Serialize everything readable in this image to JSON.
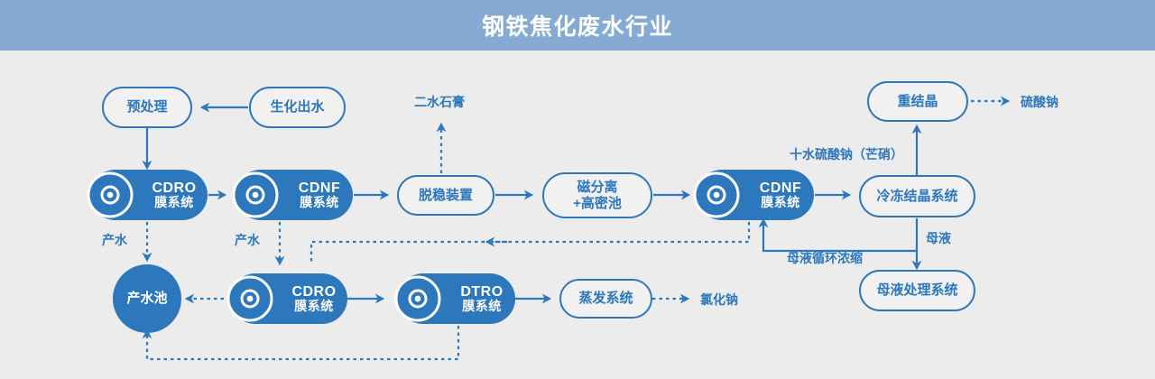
{
  "header": {
    "title": "钢铁焦化废水行业",
    "bg_color": "#85aad3",
    "text_color": "#ffffff"
  },
  "theme": {
    "accent": "#2d77bc",
    "canvas_bg": "#ececec",
    "node_fill": "#f1f1f1",
    "solid_fill": "#2d77bc"
  },
  "nodes": {
    "pretreatment": {
      "label": "预处理",
      "style": "outline"
    },
    "biochem_effluent": {
      "label": "生化出水",
      "style": "outline"
    },
    "cdro_1": {
      "en": "CDRO",
      "cn": "膜系统",
      "style": "solid",
      "icon": "membrane-icon"
    },
    "cdnf_1": {
      "en": "CDNF",
      "cn": "膜系统",
      "style": "solid",
      "icon": "membrane-icon"
    },
    "destabilizer": {
      "label": "脱稳装置",
      "style": "outline"
    },
    "magnetic_sep": {
      "line1": "磁分离",
      "line2": "+高密池",
      "style": "outline"
    },
    "cdnf_2": {
      "en": "CDNF",
      "cn": "膜系统",
      "style": "solid",
      "icon": "membrane-icon"
    },
    "freeze_cryst": {
      "label": "冷冻结晶系统",
      "style": "outline"
    },
    "recrystallize": {
      "label": "重结晶",
      "style": "outline"
    },
    "product_water_pool": {
      "label": "产水池",
      "style": "circle"
    },
    "cdro_2": {
      "en": "CDRO",
      "cn": "膜系统",
      "style": "solid",
      "icon": "membrane-icon"
    },
    "dtro": {
      "en": "DTRO",
      "cn": "膜系统",
      "style": "solid",
      "icon": "membrane-icon"
    },
    "evaporation": {
      "label": "蒸发系统",
      "style": "outline"
    },
    "mother_liquor_sys": {
      "label": "母液处理系统",
      "style": "outline"
    }
  },
  "edge_labels": {
    "gypsum": "二水石膏",
    "product_water_1": "产水",
    "product_water_2": "产水",
    "sodium_sulfate": "硫酸钠",
    "sodium_chloride": "氯化钠",
    "glauber_salt": "十水硫酸钠（芒硝）",
    "mother_liquor": "母液",
    "mother_liquor_recycle": "母液循环浓缩"
  }
}
